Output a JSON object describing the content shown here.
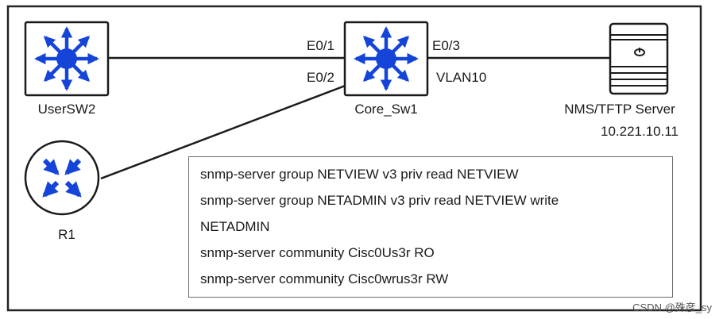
{
  "devices": {
    "usersw2": {
      "label": "UserSW2",
      "icon": "switch-icon"
    },
    "core": {
      "label": "Core_Sw1",
      "icon": "switch-icon"
    },
    "nms": {
      "label": "NMS/TFTP Server",
      "ip": "10.221.10.11",
      "icon": "server-icon"
    },
    "r1": {
      "label": "R1",
      "icon": "router-icon"
    }
  },
  "interfaces": {
    "e01": "E0/1",
    "e02": "E0/2",
    "e03": "E0/3",
    "vlan": "VLAN10"
  },
  "config_lines": [
    "snmp-server group NETVIEW v3 priv read NETVIEW",
    "snmp-server group NETADMIN v3 priv read NETVIEW write",
    "NETADMIN",
    "snmp-server community Cisc0Us3r RO",
    "snmp-server community Cisc0wrus3r RW"
  ],
  "watermark": "CSDN @殊彦_sy",
  "colors": {
    "device_fill": "#1545d8",
    "line": "#1a1a1a"
  }
}
